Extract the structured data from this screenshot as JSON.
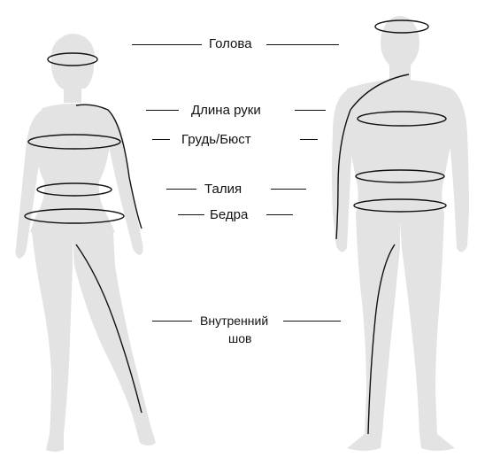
{
  "labels": {
    "head": "Голова",
    "arm_length": "Длина руки",
    "chest_bust": "Грудь/Бюст",
    "waist": "Талия",
    "hips": "Бедра",
    "inseam_line1": "Внутренний",
    "inseam_line2": "шов"
  },
  "colors": {
    "silhouette": "#e3e3e3",
    "measure_line": "#111111",
    "background": "#ffffff"
  }
}
